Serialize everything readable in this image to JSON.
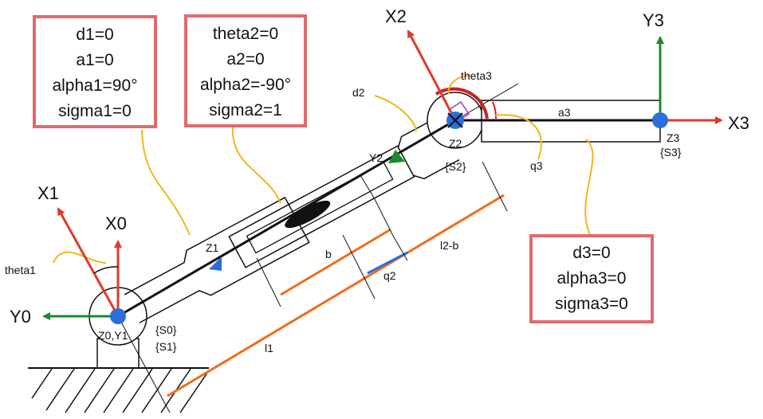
{
  "boxes": {
    "link1": [
      "d1=0",
      "a1=0",
      "alpha1=90°",
      "sigma1=0"
    ],
    "link2": [
      "theta2=0",
      "a2=0",
      "alpha2=-90°",
      "sigma2=1"
    ],
    "link3": [
      "d3=0",
      "alpha3=0",
      "sigma3=0"
    ]
  },
  "axes": {
    "x0": "X0",
    "y0": "Y0",
    "x1": "X1",
    "x2": "X2",
    "y2": "Y2",
    "x3": "X3",
    "y3": "Y3",
    "z1": "Z1",
    "z2": "Z2",
    "z3": "Z3",
    "z0y1": "Z0,Y1"
  },
  "frames": {
    "s0": "{S0}",
    "s1": "{S1}",
    "s2": "{S2}",
    "s3": "{S3}"
  },
  "params": {
    "theta1": "theta1",
    "theta3": "theta3",
    "d2": "d2",
    "a3": "a3",
    "q2": "q2",
    "q3": "q3",
    "b": "b",
    "l1": "l1",
    "l2b": "l2-b"
  },
  "colors": {
    "box_border": "#e06a6a",
    "axis_red": "#e03a2a",
    "axis_green": "#1a8a2a",
    "joint_blue": "#2b6fd8",
    "dim_orange": "#f26b1d",
    "leader_yellow": "#f3b51b",
    "q2_blue": "#2b6fd8",
    "theta3_red": "#cc2222",
    "right_angle_purple": "#9a3fc8"
  }
}
